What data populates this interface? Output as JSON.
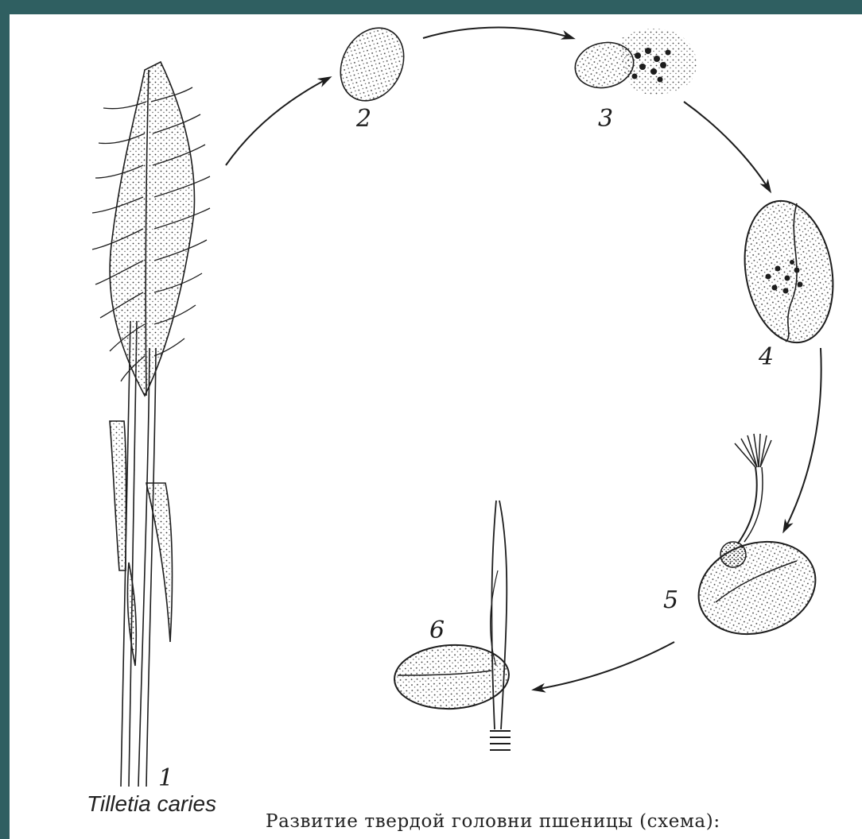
{
  "species_name": "Tilletia caries",
  "caption": "Развитие твердой головни пшеницы (схема):",
  "stage_labels": {
    "s1": "1",
    "s2": "2",
    "s3": "3",
    "s4": "4",
    "s5": "5",
    "s6": "6"
  },
  "colors": {
    "background": "#2f5f61",
    "paper": "#ffffff",
    "ink": "#1d1d1d"
  }
}
